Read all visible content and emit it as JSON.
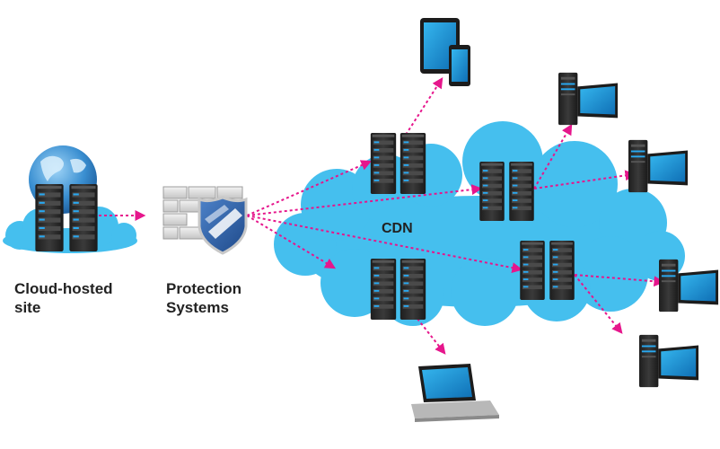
{
  "labels": {
    "origin_line1": "Cloud-hosted",
    "origin_line2": "site",
    "protection_line1": "Protection",
    "protection_line2": "Systems",
    "cdn": "CDN"
  },
  "colors": {
    "cloud": "#45bfee",
    "arrow": "#e6168c",
    "server": "#2b2b2b",
    "screen": "#1a9ad6",
    "globe": "#3a8fd1",
    "shield": "#2a5fa8"
  },
  "nodes": [
    {
      "name": "cloud-hosted-site",
      "icon": "server-globe-icon"
    },
    {
      "name": "protection-systems",
      "icon": "firewall-shield-icon"
    },
    {
      "name": "cdn-cloud",
      "icon": "cloud-icon"
    },
    {
      "name": "edge-server-1",
      "icon": "server-icon"
    },
    {
      "name": "edge-server-2",
      "icon": "server-icon"
    },
    {
      "name": "edge-server-3",
      "icon": "server-icon"
    },
    {
      "name": "edge-server-4",
      "icon": "server-icon"
    },
    {
      "name": "tablet-phone",
      "icon": "tablet-phone-icon"
    },
    {
      "name": "desktop-1",
      "icon": "desktop-icon"
    },
    {
      "name": "desktop-2",
      "icon": "desktop-icon"
    },
    {
      "name": "desktop-3",
      "icon": "desktop-icon"
    },
    {
      "name": "desktop-4",
      "icon": "desktop-icon"
    },
    {
      "name": "laptop",
      "icon": "laptop-icon"
    }
  ]
}
